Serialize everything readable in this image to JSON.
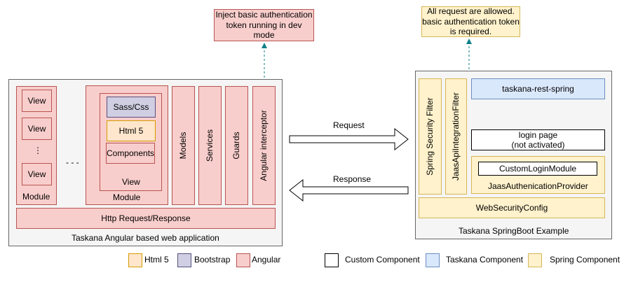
{
  "notes": {
    "dev_token": "Inject basic authentication token running in dev mode",
    "prod_token": "All request are allowed. basic authentication token is required."
  },
  "angular_app": {
    "title": "Taskana Angular based web application",
    "module_left": {
      "views": [
        "View",
        "View",
        "View"
      ],
      "dots": "⋮",
      "label": "Module"
    },
    "ellipsis": "- - -",
    "module_right": {
      "label": "Module",
      "view_label": "View",
      "items": [
        "Sass/Css",
        "Html 5",
        "Components"
      ]
    },
    "columns": [
      "Models",
      "Services",
      "Guards",
      "Angular interceptor"
    ],
    "http": "Http Request/Response"
  },
  "arrows": {
    "request": "Request",
    "response": "Response"
  },
  "spring_app": {
    "title": "Taskana SpringBoot Example",
    "filters": [
      "Spring Security Filter",
      "JaasApiIntegrationFilter"
    ],
    "rest": "taskana-rest-spring",
    "login": "login page\n(not activated)",
    "custom_login": "CustomLoginModule",
    "jaas_provider": "JaasAuthenicationProvider",
    "web_security": "WebSecurityConfig"
  },
  "legend": [
    {
      "label": "Html 5",
      "color": "#ffe6cc"
    },
    {
      "label": "Bootstrap",
      "color": "#d0cee2"
    },
    {
      "label": "Angular",
      "color": "#f8cecc"
    },
    {
      "label": "Custom Component",
      "color": "#ffffff"
    },
    {
      "label": "Taskana Component",
      "color": "#dae8fc"
    },
    {
      "label": "Spring Component",
      "color": "#fff2cc"
    }
  ]
}
